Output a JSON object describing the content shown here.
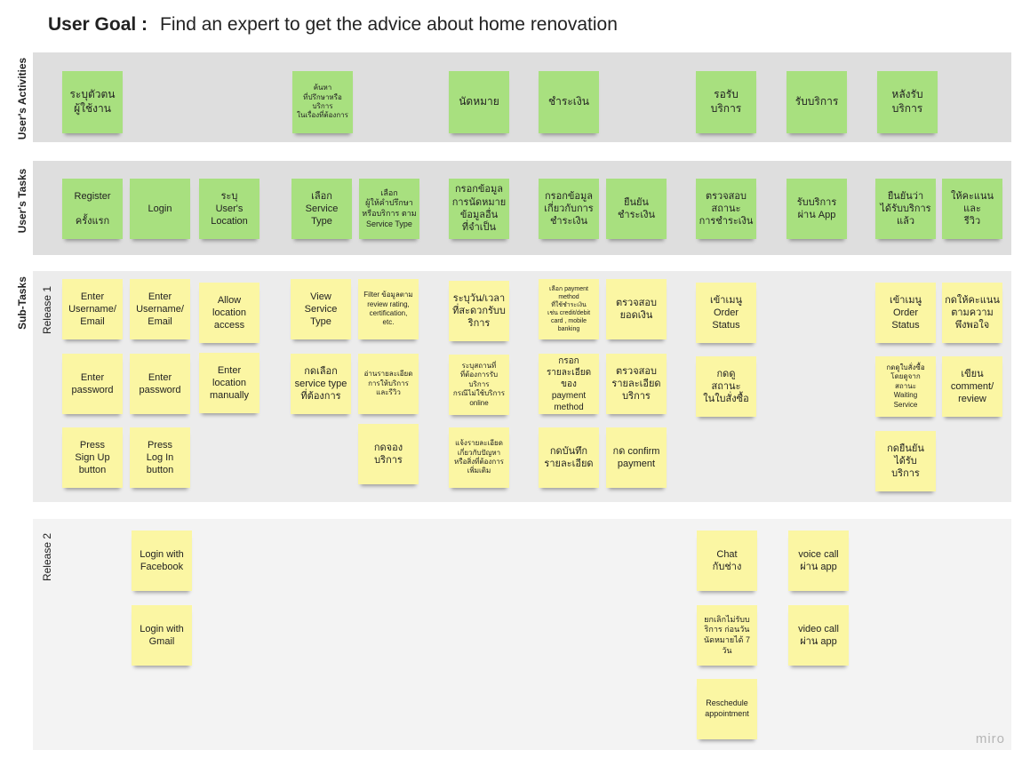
{
  "goal": {
    "label": "User Goal :",
    "text": "Find an expert to get the advice about home renovation"
  },
  "labels": {
    "activities": "User's Activities",
    "tasks": "User's Tasks",
    "subtasks": "Sub-Tasks",
    "release1": "Release 1",
    "release2": "Release 2"
  },
  "colors": {
    "green_note": "#a8e07f",
    "yellow_note": "#fbf6a3",
    "band_dark": "#dedede",
    "band_light": "#f3f3f3"
  },
  "activities": [
    "ระบุตัวตน\nผู้ใช้งาน",
    "ค้นหา\nที่ปรึกษาหรือ\nบริการ\nในเรื่องที่ต้องการ",
    "นัดหมาย",
    "ชำระเงิน",
    "รอรับ\nบริการ",
    "รับบริการ",
    "หลังรับ\nบริการ"
  ],
  "tasks": [
    "Register\n\nครั้งแรก",
    "Login",
    "ระบุ\nUser's\nLocation",
    "เลือก\nService\nType",
    "เลือก\nผู้ให้คำปรึกษา\nหรือบริการ ตาม\nService Type",
    "กรอกข้อมูล\nการนัดหมาย\nข้อมูลอื่น\nที่จำเป็น",
    "กรอกข้อมูล\nเกี่ยวกับการ\nชำระเงิน",
    "ยืนยัน\nชำระเงิน",
    "ตรวจสอบ\nสถานะ\nการชำระเงิน",
    "รับบริการ\nผ่าน App",
    "ยืนยันว่า\nได้รับบริการ\nแล้ว",
    "ให้คะแนน\nและ\nรีวิว"
  ],
  "release1": [
    "Enter\nUsername/\nEmail",
    "Enter\npassword",
    "Press\nSign Up\nbutton",
    "Enter\nUsername/\nEmail",
    "Enter\npassword",
    "Press\nLog In\nbutton",
    "Allow\nlocation\naccess",
    "Enter\nlocation\nmanually",
    "View\nService\nType",
    "กดเลือก\nservice type\nที่ต้องการ",
    "Filter ข้อมูลตาม\nreview rating,\ncertification,\netc.",
    "อ่านรายละเอียด\nการให้บริการ\nและรีวิว",
    "กดจอง\nบริการ",
    "ระบุวัน/เวลา\nที่สะดวกรับบ\nริการ",
    "ระบุสถานที่\nที่ต้องการรับ\nบริการ\nกรณีไม่ใช้บริการ\nonline",
    "แจ้งรายละเอียด\nเกี่ยวกับปัญหา\nหรือสิ่งที่ต้องการ\nเพิ่มเติม",
    "เลือก payment\nmethod\nที่ใช้ชำระเงิน\nเช่น credit/debit\ncard , mobile\nbanking",
    "กรอก\nรายละเอียดของ\npayment\nmethod",
    "กดบันทึก\nรายละเอียด",
    "ตรวจสอบ\nยอดเงิน",
    "ตรวจสอบ\nรายละเอียด\nบริการ",
    "กด confirm\npayment",
    "เข้าเมนู\nOrder\nStatus",
    "กดดู\nสถานะ\nในใบสั่งซื้อ",
    "เข้าเมนู\nOrder\nStatus",
    "กดดูใบสั่งซื้อ\nโดยดูจาก\nสถานะ\nWaiting\nService",
    "กดยืนยัน\nได้รับ\nบริการ",
    "กดให้คะแนน\nตามความ\nพึงพอใจ",
    "เขียน\ncomment/\nreview"
  ],
  "release2": [
    "Login with\nFacebook",
    "Login with\nGmail",
    "Chat\nกับช่าง",
    "ยกเลิกไม่รับบ\nริการ ก่อนวัน\nนัดหมายได้ 7\nวัน",
    "Reschedule\nappointment",
    "voice call\nผ่าน app",
    "video call\nผ่าน app"
  ],
  "watermark": "miro"
}
